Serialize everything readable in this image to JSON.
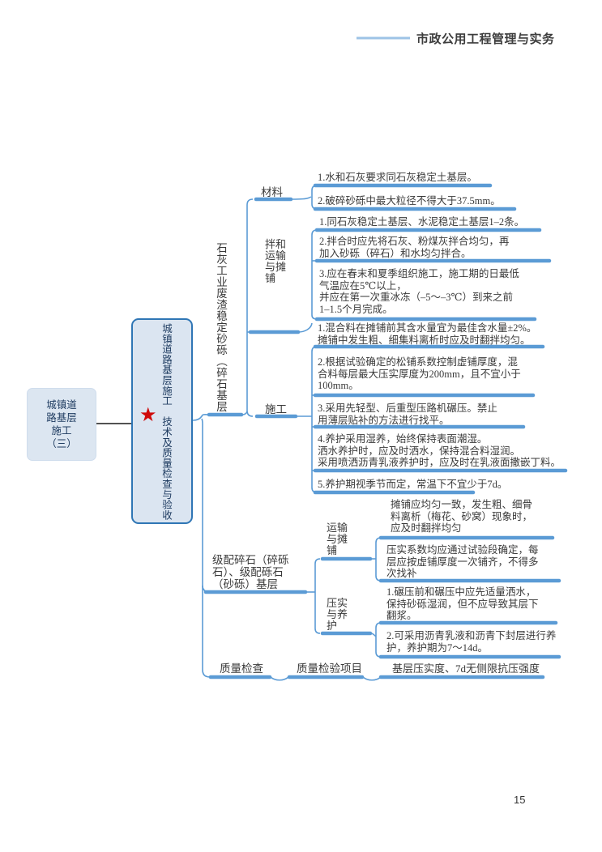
{
  "page": {
    "header": {
      "title": "市政公用工程管理与实务"
    },
    "page_number": "15"
  },
  "icons": {
    "star": "★"
  },
  "colors": {
    "connector_blue": "#5b9bd5",
    "header_line_blue": "#9dc3e6",
    "root_border_blue": "#2f76b5",
    "node_fill_blue": "#dce6f1",
    "star_red": "#cf0a0a",
    "text_dark": "#3a3a3a",
    "box_text_navy": "#1f3c61"
  },
  "mindmap": {
    "page_node": {
      "label": "城镇道\n路基层\n施工\n（三）"
    },
    "root": {
      "label": "城镇道路基层施工　技术及质量检查与验收"
    },
    "branches": [
      {
        "label": "石灰工业废渣稳定砂砾（碎石基层",
        "children": [
          {
            "label": "材料",
            "leaves": [
              "1.水和石灰要求同石灰稳定土基层。",
              "2.破碎砂砾中最大粒径不得大于37.5mm。"
            ]
          },
          {
            "label": "拌和\n运输\n与摊\n铺",
            "leaves": [
              "1.同石灰稳定土基层、水泥稳定土基层1–2条。",
              "2.拌合时应先将石灰、粉煤灰拌合均匀，再\n加入砂砾（碎石）和水均匀拌合。",
              "3.应在春末和夏季组织施工，施工期的日最低\n气温应在5℃以上，\n并应在第一次重冰冻（–5～–3℃）到来之前\n1–1.5个月完成。"
            ]
          },
          {
            "label": "施工",
            "leaves": [
              "1.混合料在摊铺前其含水量宜为最佳含水量±2%。\n摊铺中发生粗、细集料离析时应及时翻拌均匀。",
              "2.根据试验确定的松铺系数控制虚铺厚度，混\n合料每层最大压实厚度为200mm，且不宜小于\n100mm。",
              "3.采用先轻型、后重型压路机碾压。禁止\n用薄层贴补的方法进行找平。",
              "4.养护采用湿养，始终保持表面潮湿。\n洒水养护时，应及时洒水，保持混合料湿润。\n采用喷洒沥青乳液养护时，应及时在乳液面撒嵌丁料。",
              "5.养护期视季节而定，常温下不宜少于7d。"
            ]
          }
        ]
      },
      {
        "label": "级配碎石（碎砾\n石）、级配砾石\n（砂砾）基层",
        "children": [
          {
            "label": "运输\n与摊\n铺",
            "leaves": [
              "摊铺应均匀一致，发生粗、细骨\n料离析（梅花、砂窝）现象时，\n应及时翻拌均匀",
              "压实系数均应通过试验段确定，每\n层应按虚铺厚度一次铺齐，不得多\n次找补"
            ]
          },
          {
            "label": "压实\n与养\n护",
            "leaves": [
              "1.碾压前和碾压中应先适量洒水，\n保持砂砾湿润，但不应导致其层下\n翻浆。",
              "2.可采用沥青乳液和沥青下封层进行养\n护，养护期为7～14d。"
            ]
          }
        ]
      },
      {
        "label": "质量检查",
        "children": [
          {
            "label": "质量检验项目",
            "leaves": [
              "基层压实度、7d无侧限抗压强度"
            ]
          }
        ]
      }
    ]
  }
}
